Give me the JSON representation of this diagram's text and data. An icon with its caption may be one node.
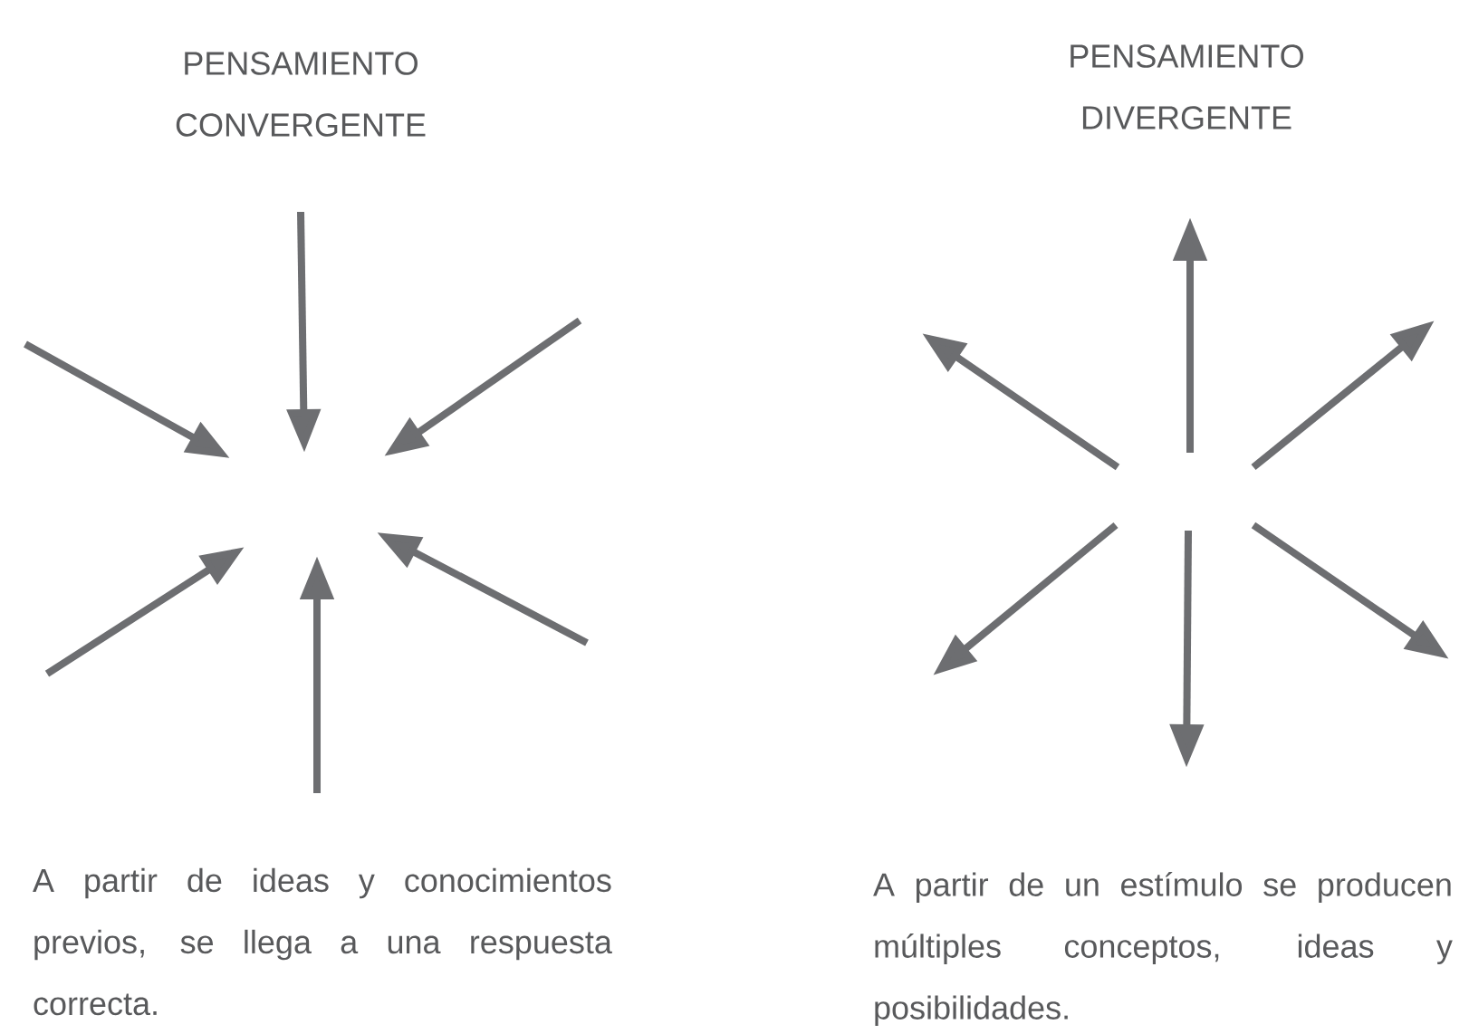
{
  "diagram": {
    "labels": [
      "PENSAMIENTO CONVERGENTE",
      "PENSAMIENTO DIVERGENTE",
      "A partir de ideas y conocimientos previos, se llega a una respuesta correcta.",
      "A partir de un estímulo se producen múltiples conceptos, ideas y posibilidades."
    ]
  }
}
